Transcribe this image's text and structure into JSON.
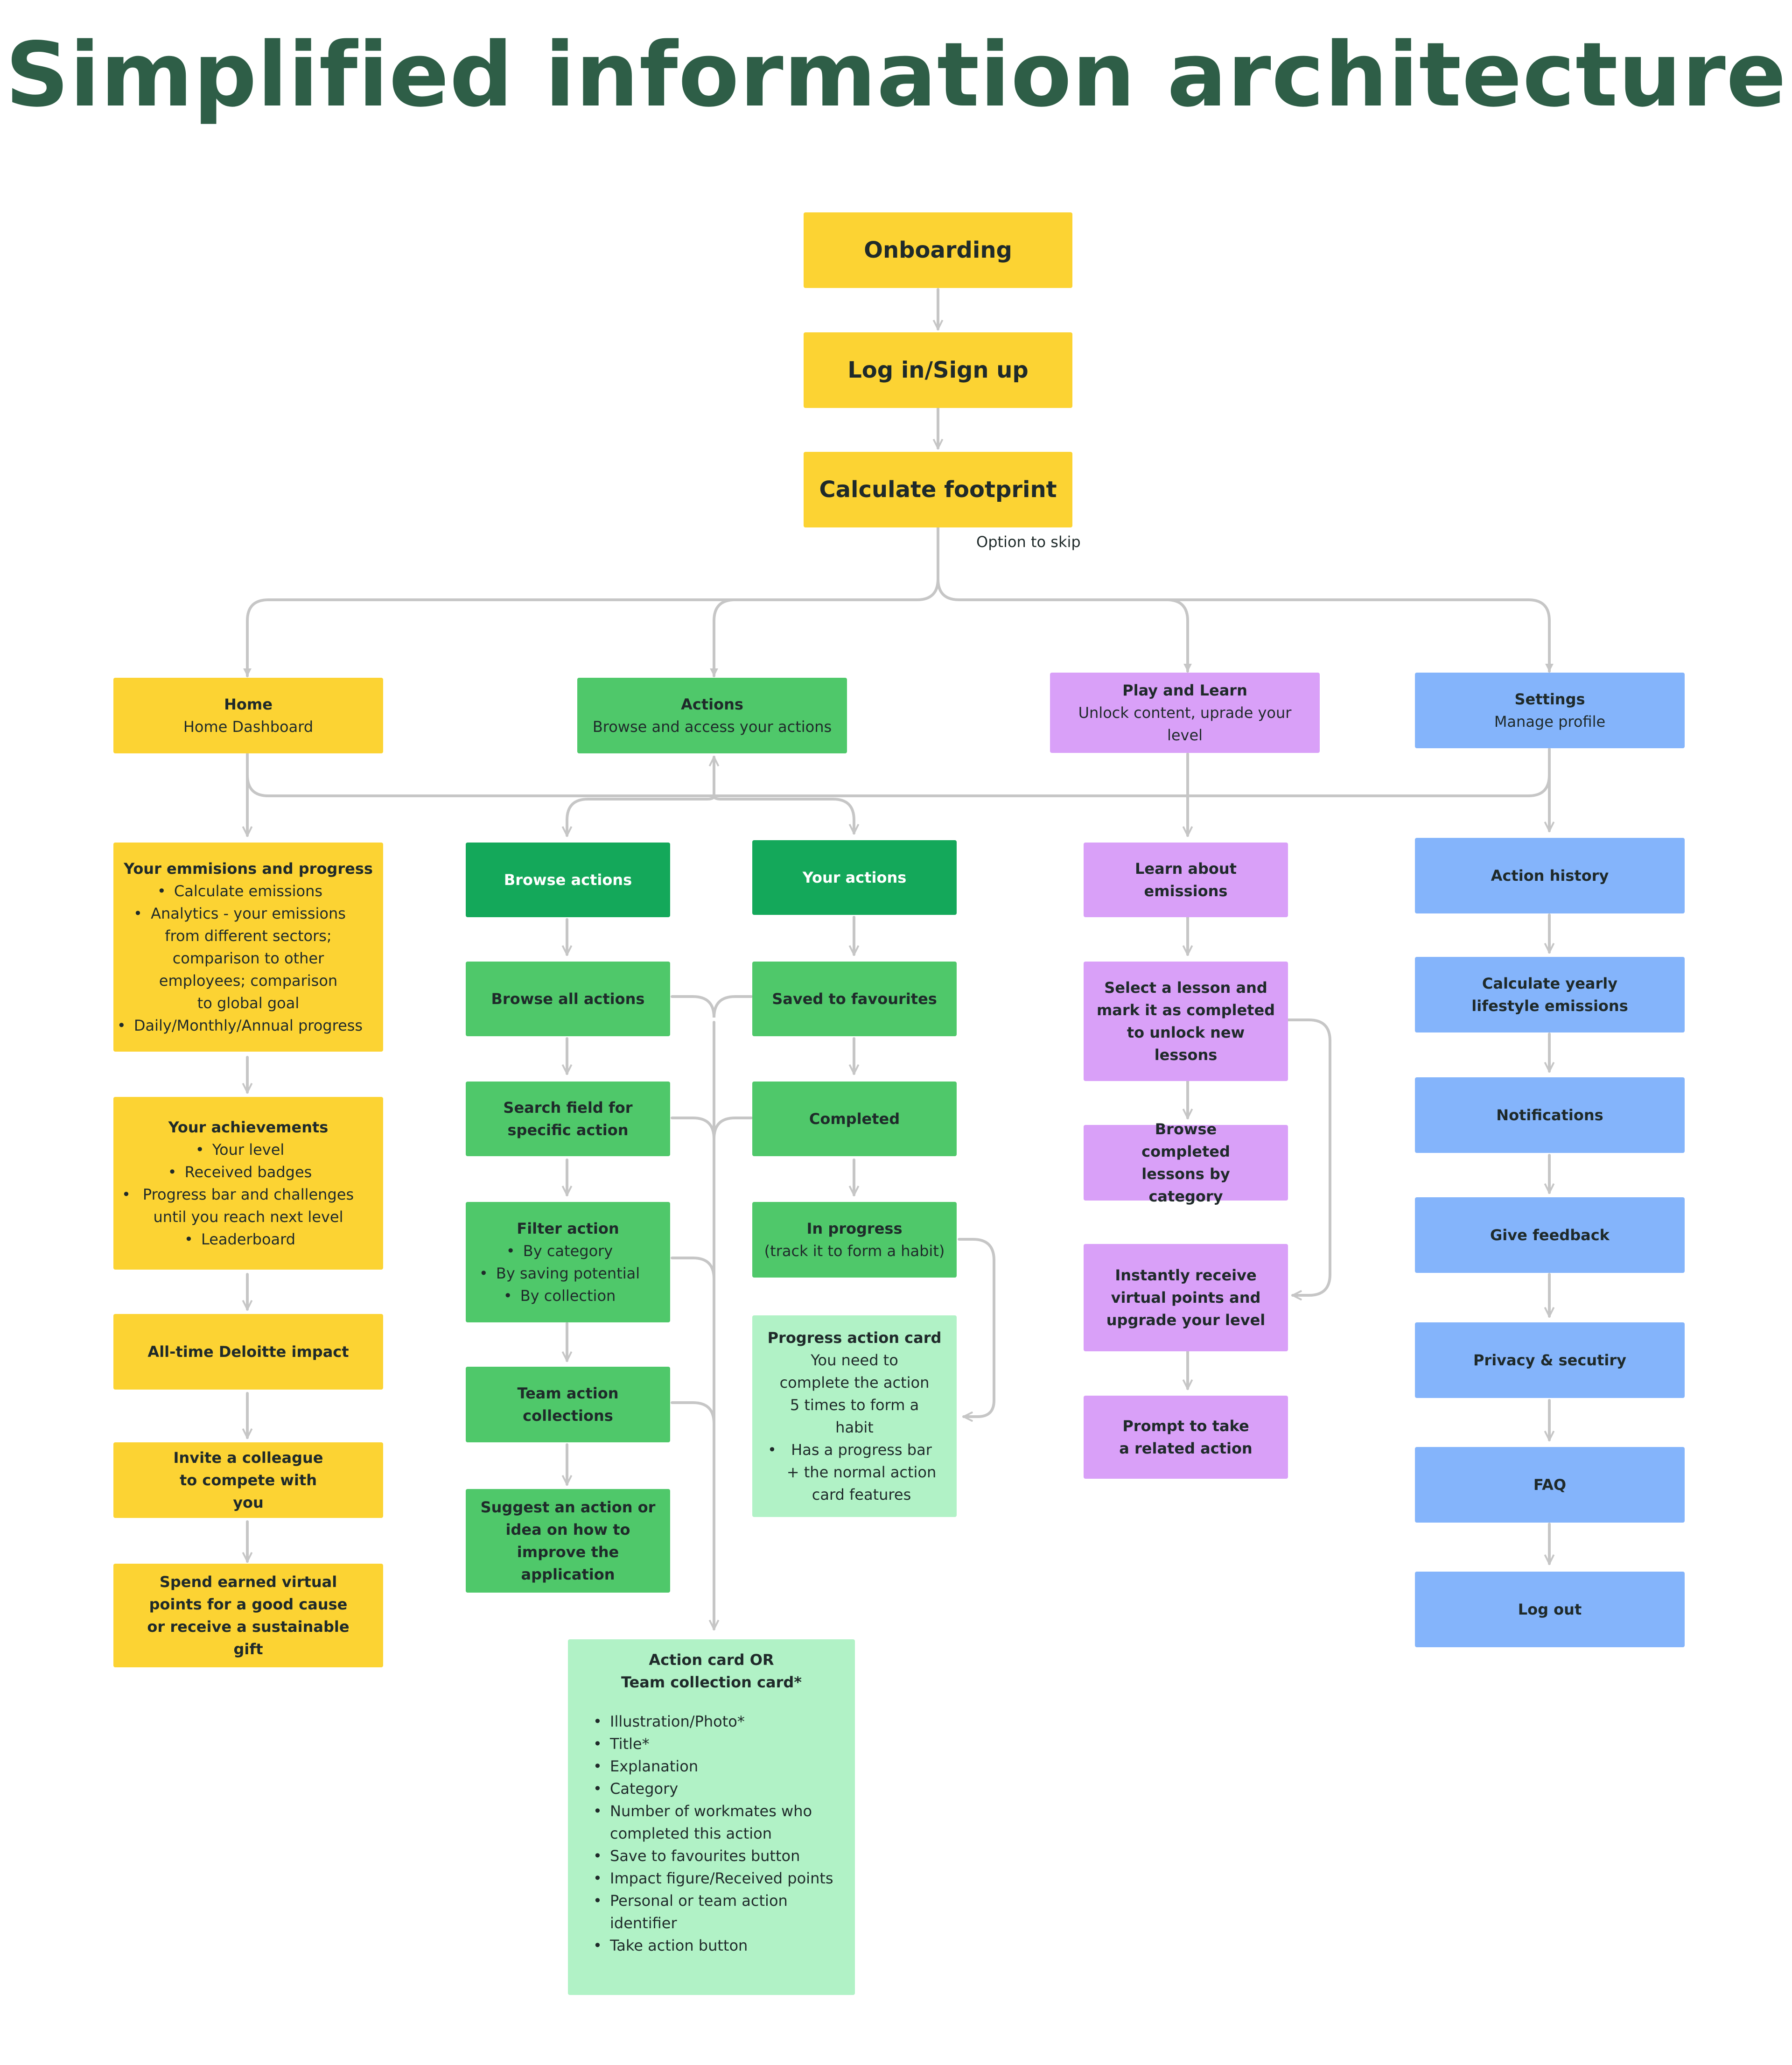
{
  "title": "Simplified information architecture",
  "note": "Option to skip",
  "onboarding": {
    "onboarding": "Onboarding",
    "login": "Log in/Sign up",
    "footprint": "Calculate footprint"
  },
  "home": {
    "h": "Home",
    "s": "Home Dashboard",
    "emissions": {
      "h": "Your emmisions and progress",
      "items": [
        "Calculate emissions",
        "Analytics - your emissions from different sectors; comparison to other employees; comparison to global goal",
        "Daily/Monthly/Annual progress"
      ]
    },
    "achievements": {
      "h": "Your achievements",
      "items": [
        "Your level",
        "Received badges",
        "Progress bar and challenges until you reach next level",
        "Leaderboard"
      ]
    },
    "impact": "All-time Deloitte impact",
    "invite": "Invite a colleague to compete with you",
    "spend": "Spend earned virtual points for a good cause or receive a sustainable gift"
  },
  "actions": {
    "h": "Actions",
    "s": "Browse and access your actions",
    "browse": "Browse actions",
    "browse_all": "Browse all actions",
    "search": "Search field for specific action",
    "filter": {
      "h": "Filter action",
      "items": [
        "By category",
        "By saving potential",
        "By collection"
      ]
    },
    "team": "Team action collections",
    "suggest": "Suggest an action or idea on how to improve the application",
    "yours": "Your actions",
    "saved": "Saved to favourites",
    "completed": "Completed",
    "inprogress": {
      "h": "In progress",
      "s": "(track it to form a habit)"
    },
    "progress_card": {
      "h": "Progress action card",
      "s": "You need to complete the action 5 times to form a habit",
      "items": [
        "Has a progress bar + the normal action card features"
      ]
    },
    "card": {
      "h": "Action card OR",
      "h2": "Team collection card*",
      "items": [
        "Illustration/Photo*",
        "Title*",
        "Explanation",
        "Category",
        "Number of workmates who completed this action",
        "Save to favourites button",
        "Impact figure/Received points",
        "Personal or team action identifier",
        "Take action button"
      ]
    }
  },
  "play": {
    "h": "Play and Learn",
    "s": "Unlock content, uprade your level",
    "learn": "Learn about emissions",
    "select": "Select a lesson and mark it as completed to unlock new lessons",
    "browse": "Browse completed lessons by category",
    "receive": "Instantly receive virtual points and upgrade your level",
    "prompt": "Prompt to take a related action"
  },
  "settings": {
    "h": "Settings",
    "s": "Manage profile",
    "items": [
      "Action history",
      "Calculate yearly lifestyle emissions",
      "Notifications",
      "Give feedback",
      "Privacy & secutiry",
      "FAQ",
      "Log out"
    ]
  },
  "colors": {
    "title": "#2e5e47",
    "yellow": "#fcd333",
    "green": "#4fc86a",
    "dark_green": "#14a85a",
    "light_green": "#b1f2c6",
    "purple": "#d9a0f8",
    "blue": "#84b4fb",
    "connector": "#c6c6c6"
  }
}
